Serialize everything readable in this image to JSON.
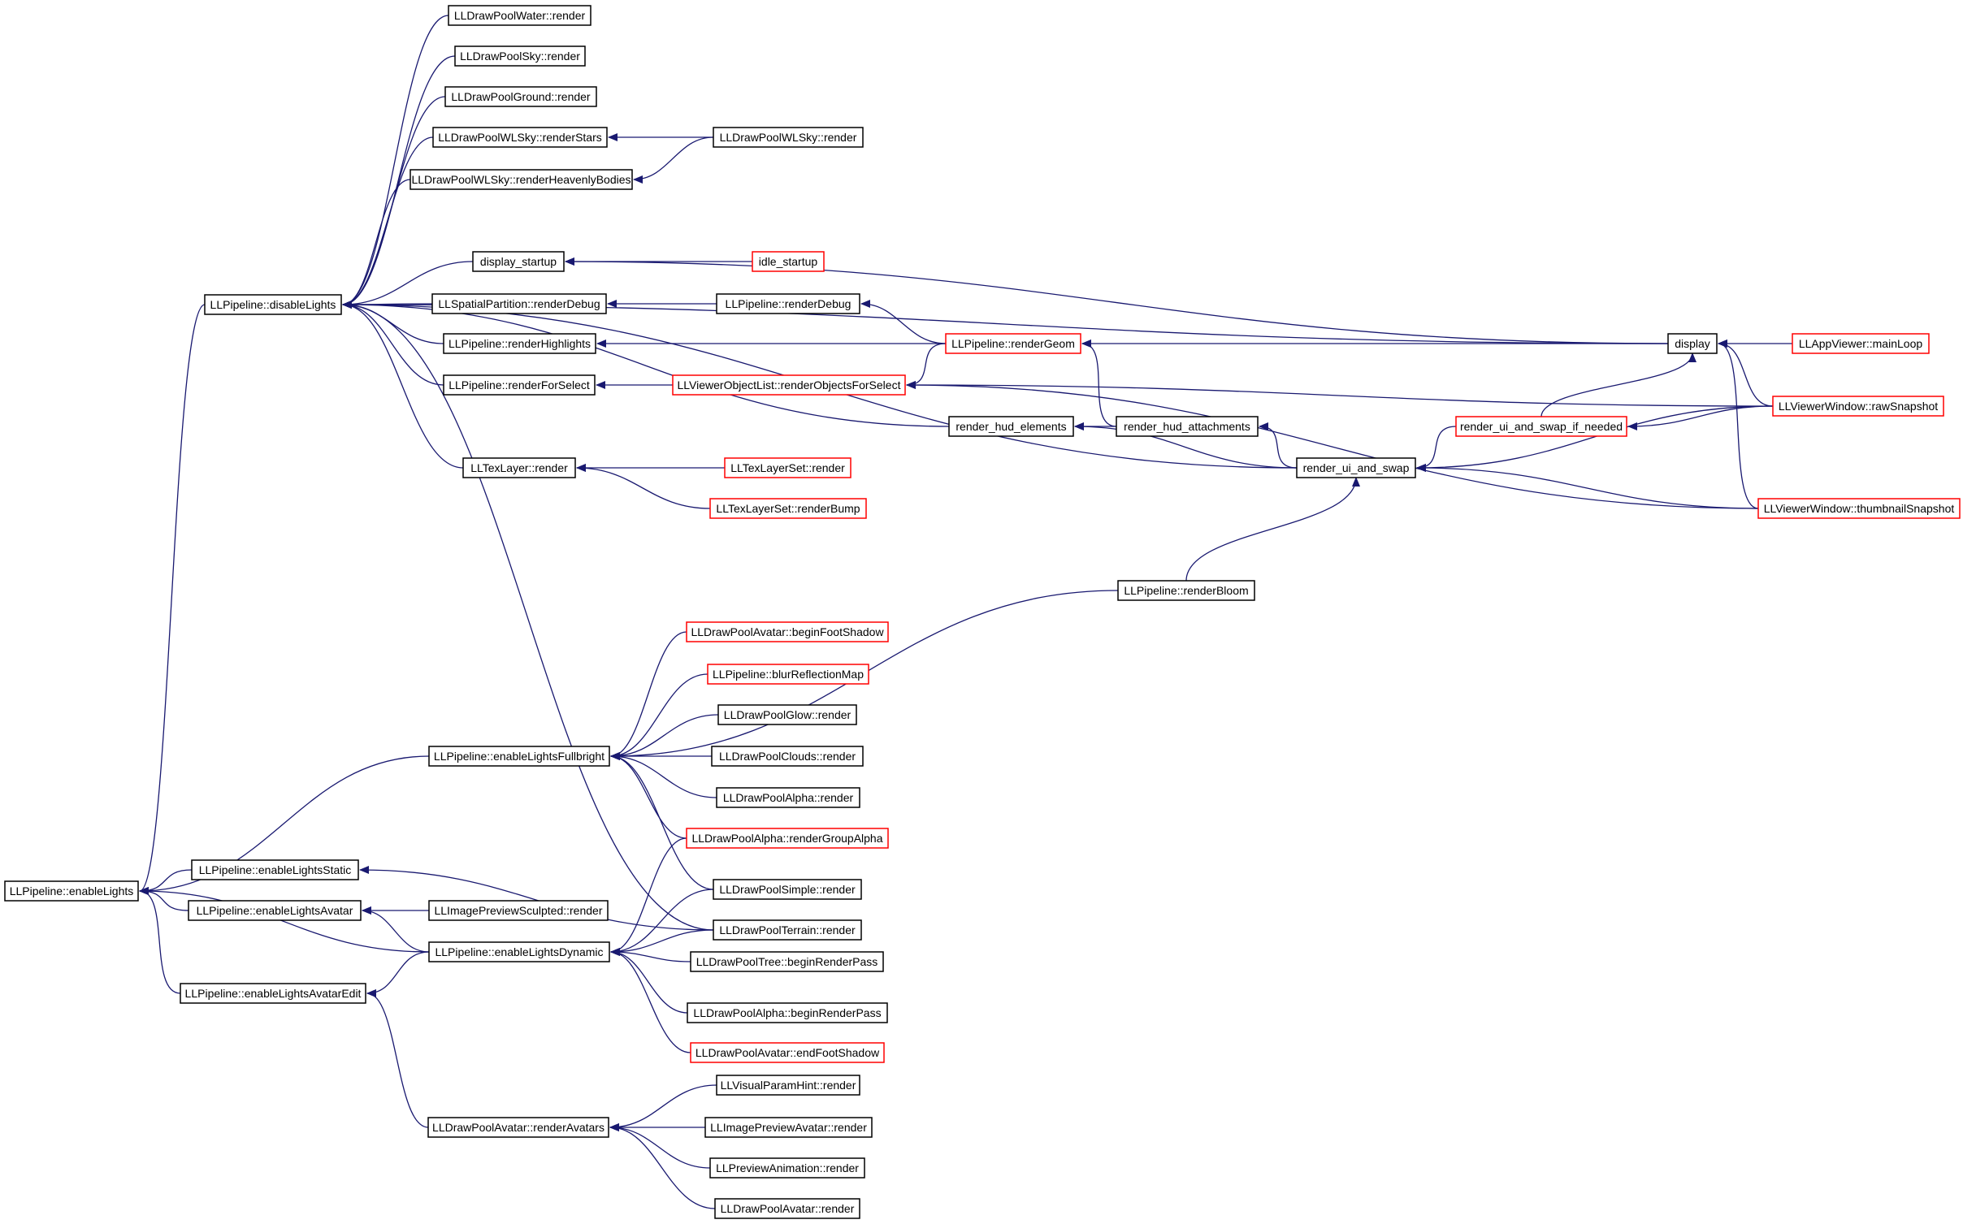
{
  "colors": {
    "edge": "#191970",
    "node_border": "#000000",
    "truncated_node_border": "#ff0000",
    "root_fill": "#bfbfbf"
  },
  "nodes": [
    {
      "id": "enableLights",
      "label": "LLPipeline::enableLights",
      "style": "root"
    },
    {
      "id": "disableLights",
      "label": "LLPipeline::disableLights",
      "style": "normal"
    },
    {
      "id": "dpWaterRender",
      "label": "LLDrawPoolWater::render",
      "style": "normal"
    },
    {
      "id": "dpSkyRender",
      "label": "LLDrawPoolSky::render",
      "style": "normal"
    },
    {
      "id": "dpGroundRender",
      "label": "LLDrawPoolGround::render",
      "style": "normal"
    },
    {
      "id": "dpWLSkyStars",
      "label": "LLDrawPoolWLSky::renderStars",
      "style": "normal"
    },
    {
      "id": "dpWLSkyRender",
      "label": "LLDrawPoolWLSky::render",
      "style": "normal"
    },
    {
      "id": "dpWLSkyHeavenly",
      "label": "LLDrawPoolWLSky::renderHeavenlyBodies",
      "style": "normal"
    },
    {
      "id": "displayStartup",
      "label": "display_startup",
      "style": "normal"
    },
    {
      "id": "idleStartup",
      "label": "idle_startup",
      "style": "truncated"
    },
    {
      "id": "spatialRenderDebug",
      "label": "LLSpatialPartition::renderDebug",
      "style": "normal"
    },
    {
      "id": "pipeRenderDebug",
      "label": "LLPipeline::renderDebug",
      "style": "normal"
    },
    {
      "id": "pipeRenderHighlights",
      "label": "LLPipeline::renderHighlights",
      "style": "normal"
    },
    {
      "id": "pipeRenderGeom",
      "label": "LLPipeline::renderGeom",
      "style": "truncated"
    },
    {
      "id": "display",
      "label": "display",
      "style": "normal"
    },
    {
      "id": "appMainLoop",
      "label": "LLAppViewer::mainLoop",
      "style": "truncated"
    },
    {
      "id": "pipeRenderForSelect",
      "label": "LLPipeline::renderForSelect",
      "style": "normal"
    },
    {
      "id": "volRenderObjects",
      "label": "LLViewerObjectList::renderObjectsForSelect",
      "style": "truncated"
    },
    {
      "id": "winRawSnapshot",
      "label": "LLViewerWindow::rawSnapshot",
      "style": "truncated"
    },
    {
      "id": "renderHudElements",
      "label": "render_hud_elements",
      "style": "normal"
    },
    {
      "id": "renderHudAttachments",
      "label": "render_hud_attachments",
      "style": "normal"
    },
    {
      "id": "renderUiSwapIfNeeded",
      "label": "render_ui_and_swap_if_needed",
      "style": "truncated"
    },
    {
      "id": "texLayerRender",
      "label": "LLTexLayer::render",
      "style": "normal"
    },
    {
      "id": "texLayerSetRender",
      "label": "LLTexLayerSet::render",
      "style": "truncated"
    },
    {
      "id": "renderUiAndSwap",
      "label": "render_ui_and_swap",
      "style": "normal"
    },
    {
      "id": "texLayerSetBump",
      "label": "LLTexLayerSet::renderBump",
      "style": "truncated"
    },
    {
      "id": "winThumbnail",
      "label": "LLViewerWindow::thumbnailSnapshot",
      "style": "truncated"
    },
    {
      "id": "pipeRenderBloom",
      "label": "LLPipeline::renderBloom",
      "style": "normal"
    },
    {
      "id": "dpAvatarBeginFoot",
      "label": "LLDrawPoolAvatar::beginFootShadow",
      "style": "truncated"
    },
    {
      "id": "pipeBlurReflection",
      "label": "LLPipeline::blurReflectionMap",
      "style": "truncated"
    },
    {
      "id": "dpGlowRender",
      "label": "LLDrawPoolGlow::render",
      "style": "normal"
    },
    {
      "id": "enableFullbright",
      "label": "LLPipeline::enableLightsFullbright",
      "style": "normal"
    },
    {
      "id": "dpCloudsRender",
      "label": "LLDrawPoolClouds::render",
      "style": "normal"
    },
    {
      "id": "dpAlphaRender",
      "label": "LLDrawPoolAlpha::render",
      "style": "normal"
    },
    {
      "id": "dpAlphaGroup",
      "label": "LLDrawPoolAlpha::renderGroupAlpha",
      "style": "truncated"
    },
    {
      "id": "enableStatic",
      "label": "LLPipeline::enableLightsStatic",
      "style": "normal"
    },
    {
      "id": "dpSimpleRender",
      "label": "LLDrawPoolSimple::render",
      "style": "normal"
    },
    {
      "id": "enableAvatar",
      "label": "LLPipeline::enableLightsAvatar",
      "style": "normal"
    },
    {
      "id": "imgPreviewSculpted",
      "label": "LLImagePreviewSculpted::render",
      "style": "normal"
    },
    {
      "id": "dpTerrainRender",
      "label": "LLDrawPoolTerrain::render",
      "style": "normal"
    },
    {
      "id": "enableDynamic",
      "label": "LLPipeline::enableLightsDynamic",
      "style": "normal"
    },
    {
      "id": "dpTreeBegin",
      "label": "LLDrawPoolTree::beginRenderPass",
      "style": "normal"
    },
    {
      "id": "enableAvatarEdit",
      "label": "LLPipeline::enableLightsAvatarEdit",
      "style": "normal"
    },
    {
      "id": "dpAlphaBegin",
      "label": "LLDrawPoolAlpha::beginRenderPass",
      "style": "normal"
    },
    {
      "id": "dpAvatarEndFoot",
      "label": "LLDrawPoolAvatar::endFootShadow",
      "style": "truncated"
    },
    {
      "id": "visualParamHint",
      "label": "LLVisualParamHint::render",
      "style": "normal"
    },
    {
      "id": "dpAvatarRenderAvatars",
      "label": "LLDrawPoolAvatar::renderAvatars",
      "style": "normal"
    },
    {
      "id": "imgPreviewAvatar",
      "label": "LLImagePreviewAvatar::render",
      "style": "normal"
    },
    {
      "id": "previewAnimation",
      "label": "LLPreviewAnimation::render",
      "style": "normal"
    },
    {
      "id": "dpAvatarRender",
      "label": "LLDrawPoolAvatar::render",
      "style": "normal"
    }
  ],
  "edges": [
    [
      "disableLights",
      "enableLights"
    ],
    [
      "enableFullbright",
      "enableLights"
    ],
    [
      "enableStatic",
      "enableLights"
    ],
    [
      "enableAvatar",
      "enableLights"
    ],
    [
      "enableDynamic",
      "enableLights"
    ],
    [
      "enableAvatarEdit",
      "enableLights"
    ],
    [
      "dpWaterRender",
      "disableLights"
    ],
    [
      "dpSkyRender",
      "disableLights"
    ],
    [
      "dpGroundRender",
      "disableLights"
    ],
    [
      "dpWLSkyStars",
      "disableLights"
    ],
    [
      "dpWLSkyHeavenly",
      "disableLights"
    ],
    [
      "display",
      "disableLights"
    ],
    [
      "displayStartup",
      "disableLights"
    ],
    [
      "spatialRenderDebug",
      "disableLights"
    ],
    [
      "pipeRenderHighlights",
      "disableLights"
    ],
    [
      "pipeRenderForSelect",
      "disableLights"
    ],
    [
      "renderHudElements",
      "disableLights"
    ],
    [
      "texLayerRender",
      "disableLights"
    ],
    [
      "renderUiAndSwap",
      "disableLights"
    ],
    [
      "dpTerrainRender",
      "disableLights"
    ],
    [
      "dpWLSkyRender",
      "dpWLSkyStars"
    ],
    [
      "dpWLSkyRender",
      "dpWLSkyHeavenly"
    ],
    [
      "display",
      "displayStartup"
    ],
    [
      "idleStartup",
      "displayStartup"
    ],
    [
      "pipeRenderDebug",
      "spatialRenderDebug"
    ],
    [
      "pipeRenderGeom",
      "pipeRenderDebug"
    ],
    [
      "pipeRenderGeom",
      "pipeRenderHighlights"
    ],
    [
      "volRenderObjects",
      "pipeRenderForSelect"
    ],
    [
      "pipeRenderGeom",
      "volRenderObjects"
    ],
    [
      "winRawSnapshot",
      "volRenderObjects"
    ],
    [
      "winThumbnail",
      "volRenderObjects"
    ],
    [
      "display",
      "pipeRenderGeom"
    ],
    [
      "renderHudAttachments",
      "pipeRenderGeom"
    ],
    [
      "appMainLoop",
      "display"
    ],
    [
      "winRawSnapshot",
      "display"
    ],
    [
      "winThumbnail",
      "display"
    ],
    [
      "renderUiSwapIfNeeded",
      "display"
    ],
    [
      "renderHudAttachments",
      "renderHudElements"
    ],
    [
      "renderUiAndSwap",
      "renderHudElements"
    ],
    [
      "renderUiAndSwap",
      "renderHudAttachments"
    ],
    [
      "winRawSnapshot",
      "renderUiSwapIfNeeded"
    ],
    [
      "renderUiSwapIfNeeded",
      "renderUiAndSwap"
    ],
    [
      "winRawSnapshot",
      "renderUiAndSwap"
    ],
    [
      "winThumbnail",
      "renderUiAndSwap"
    ],
    [
      "texLayerSetRender",
      "texLayerRender"
    ],
    [
      "texLayerSetBump",
      "texLayerRender"
    ],
    [
      "pipeRenderBloom",
      "renderUiAndSwap"
    ],
    [
      "pipeRenderBloom",
      "enableFullbright"
    ],
    [
      "dpAvatarBeginFoot",
      "enableFullbright"
    ],
    [
      "pipeBlurReflection",
      "enableFullbright"
    ],
    [
      "dpGlowRender",
      "enableFullbright"
    ],
    [
      "dpCloudsRender",
      "enableFullbright"
    ],
    [
      "dpAlphaRender",
      "enableFullbright"
    ],
    [
      "dpAlphaGroup",
      "enableFullbright"
    ],
    [
      "dpSimpleRender",
      "enableFullbright"
    ],
    [
      "dpTerrainRender",
      "enableStatic"
    ],
    [
      "imgPreviewSculpted",
      "enableAvatar"
    ],
    [
      "enableDynamic",
      "enableAvatar"
    ],
    [
      "dpAlphaGroup",
      "enableDynamic"
    ],
    [
      "dpSimpleRender",
      "enableDynamic"
    ],
    [
      "dpTerrainRender",
      "enableDynamic"
    ],
    [
      "dpTreeBegin",
      "enableDynamic"
    ],
    [
      "dpAlphaBegin",
      "enableDynamic"
    ],
    [
      "dpAvatarEndFoot",
      "enableDynamic"
    ],
    [
      "enableDynamic",
      "enableAvatarEdit"
    ],
    [
      "dpAvatarRenderAvatars",
      "enableAvatarEdit"
    ],
    [
      "visualParamHint",
      "dpAvatarRenderAvatars"
    ],
    [
      "imgPreviewAvatar",
      "dpAvatarRenderAvatars"
    ],
    [
      "previewAnimation",
      "dpAvatarRenderAvatars"
    ],
    [
      "dpAvatarRender",
      "dpAvatarRenderAvatars"
    ]
  ]
}
